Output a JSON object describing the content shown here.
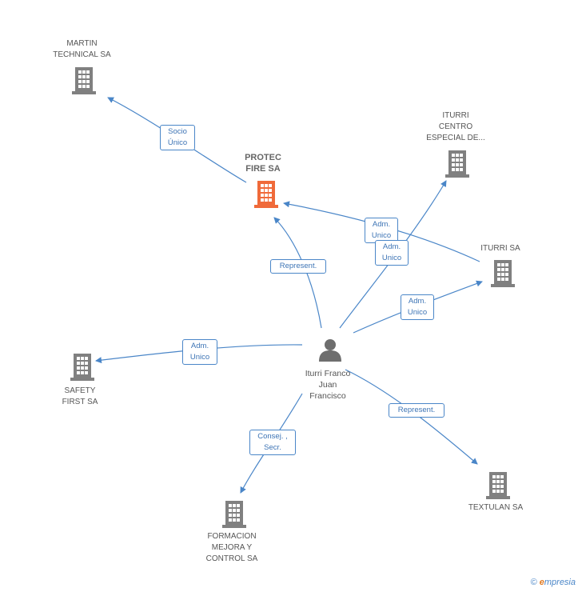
{
  "colors": {
    "building": "#808080",
    "main_building": "#f06a3a",
    "edge": "#4a86c8",
    "person": "#6e6e6e"
  },
  "nodes": {
    "martin": {
      "label": "MARTIN\nTECHNICAL SA"
    },
    "protec": {
      "label": "PROTEC\nFIRE SA"
    },
    "iturri_centro": {
      "label": "ITURRI\nCENTRO\nESPECIAL DE..."
    },
    "iturri_sa": {
      "label": "ITURRI SA"
    },
    "safety": {
      "label": "SAFETY\nFIRST SA"
    },
    "person": {
      "label": "Iturri Franco\nJuan\nFrancisco"
    },
    "formacion": {
      "label": "FORMACION\nMEJORA Y\nCONTROL SA"
    },
    "textulan": {
      "label": "TEXTULAN SA"
    }
  },
  "edges": {
    "socio_unico": "Socio\nÚnico",
    "adm_unico_protec": "Adm.\nUnico",
    "adm_unico_centro": "Adm.\nUnico",
    "represent_protec": "Represent.",
    "adm_unico_iturri": "Adm.\nUnico",
    "adm_unico_safety": "Adm.\nUnico",
    "represent_textulan": "Represent.",
    "consej_secr": "Consej. ,\nSecr."
  },
  "footer": {
    "copyright": "©",
    "brand_e": "e",
    "brand_rest": "mpresia"
  }
}
